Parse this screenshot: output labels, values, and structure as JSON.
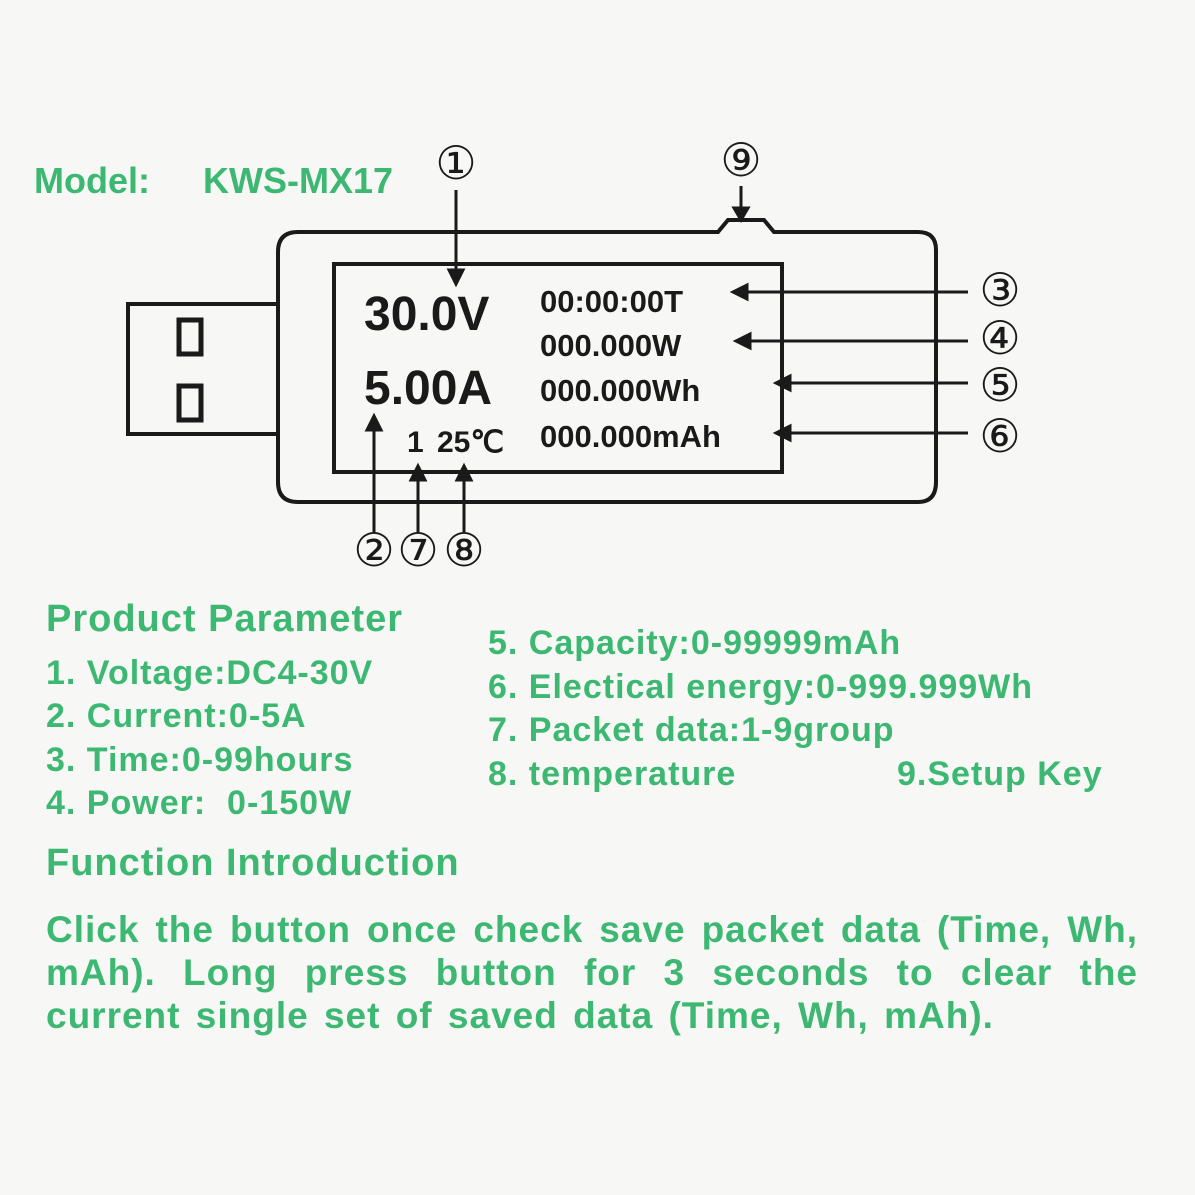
{
  "model": {
    "label": "Model:",
    "value": "KWS-MX17"
  },
  "screen": {
    "voltage": "30.0V",
    "current": "5.00A",
    "group": "1",
    "temperature": "25℃",
    "time": "00:00:00T",
    "power": "000.000W",
    "energy": "000.000Wh",
    "capacity": "000.000mAh"
  },
  "callouts": [
    "①",
    "②",
    "③",
    "④",
    "⑤",
    "⑥",
    "⑦",
    "⑧",
    "⑨"
  ],
  "parameters": {
    "heading": "Product Parameter",
    "items": [
      "1. Voltage:DC4-30V",
      "2. Current:0-5A",
      "3. Time:0-99hours",
      "4. Power:  0-150W",
      "5. Capacity:0-99999mAh",
      "6. Electical energy:0-999.999Wh",
      "7. Packet data:1-9group",
      "8. temperature",
      "9.Setup Key"
    ]
  },
  "function": {
    "heading": "Function Introduction",
    "body": "Click the button once check save packet data (Time, Wh, mAh). Long press button for 3 seconds to clear the current single set of saved data (Time, Wh, mAh)."
  },
  "colors": {
    "text_green": "#3cb872",
    "line": "#1a1a1a",
    "background": "#f7f7f5"
  }
}
